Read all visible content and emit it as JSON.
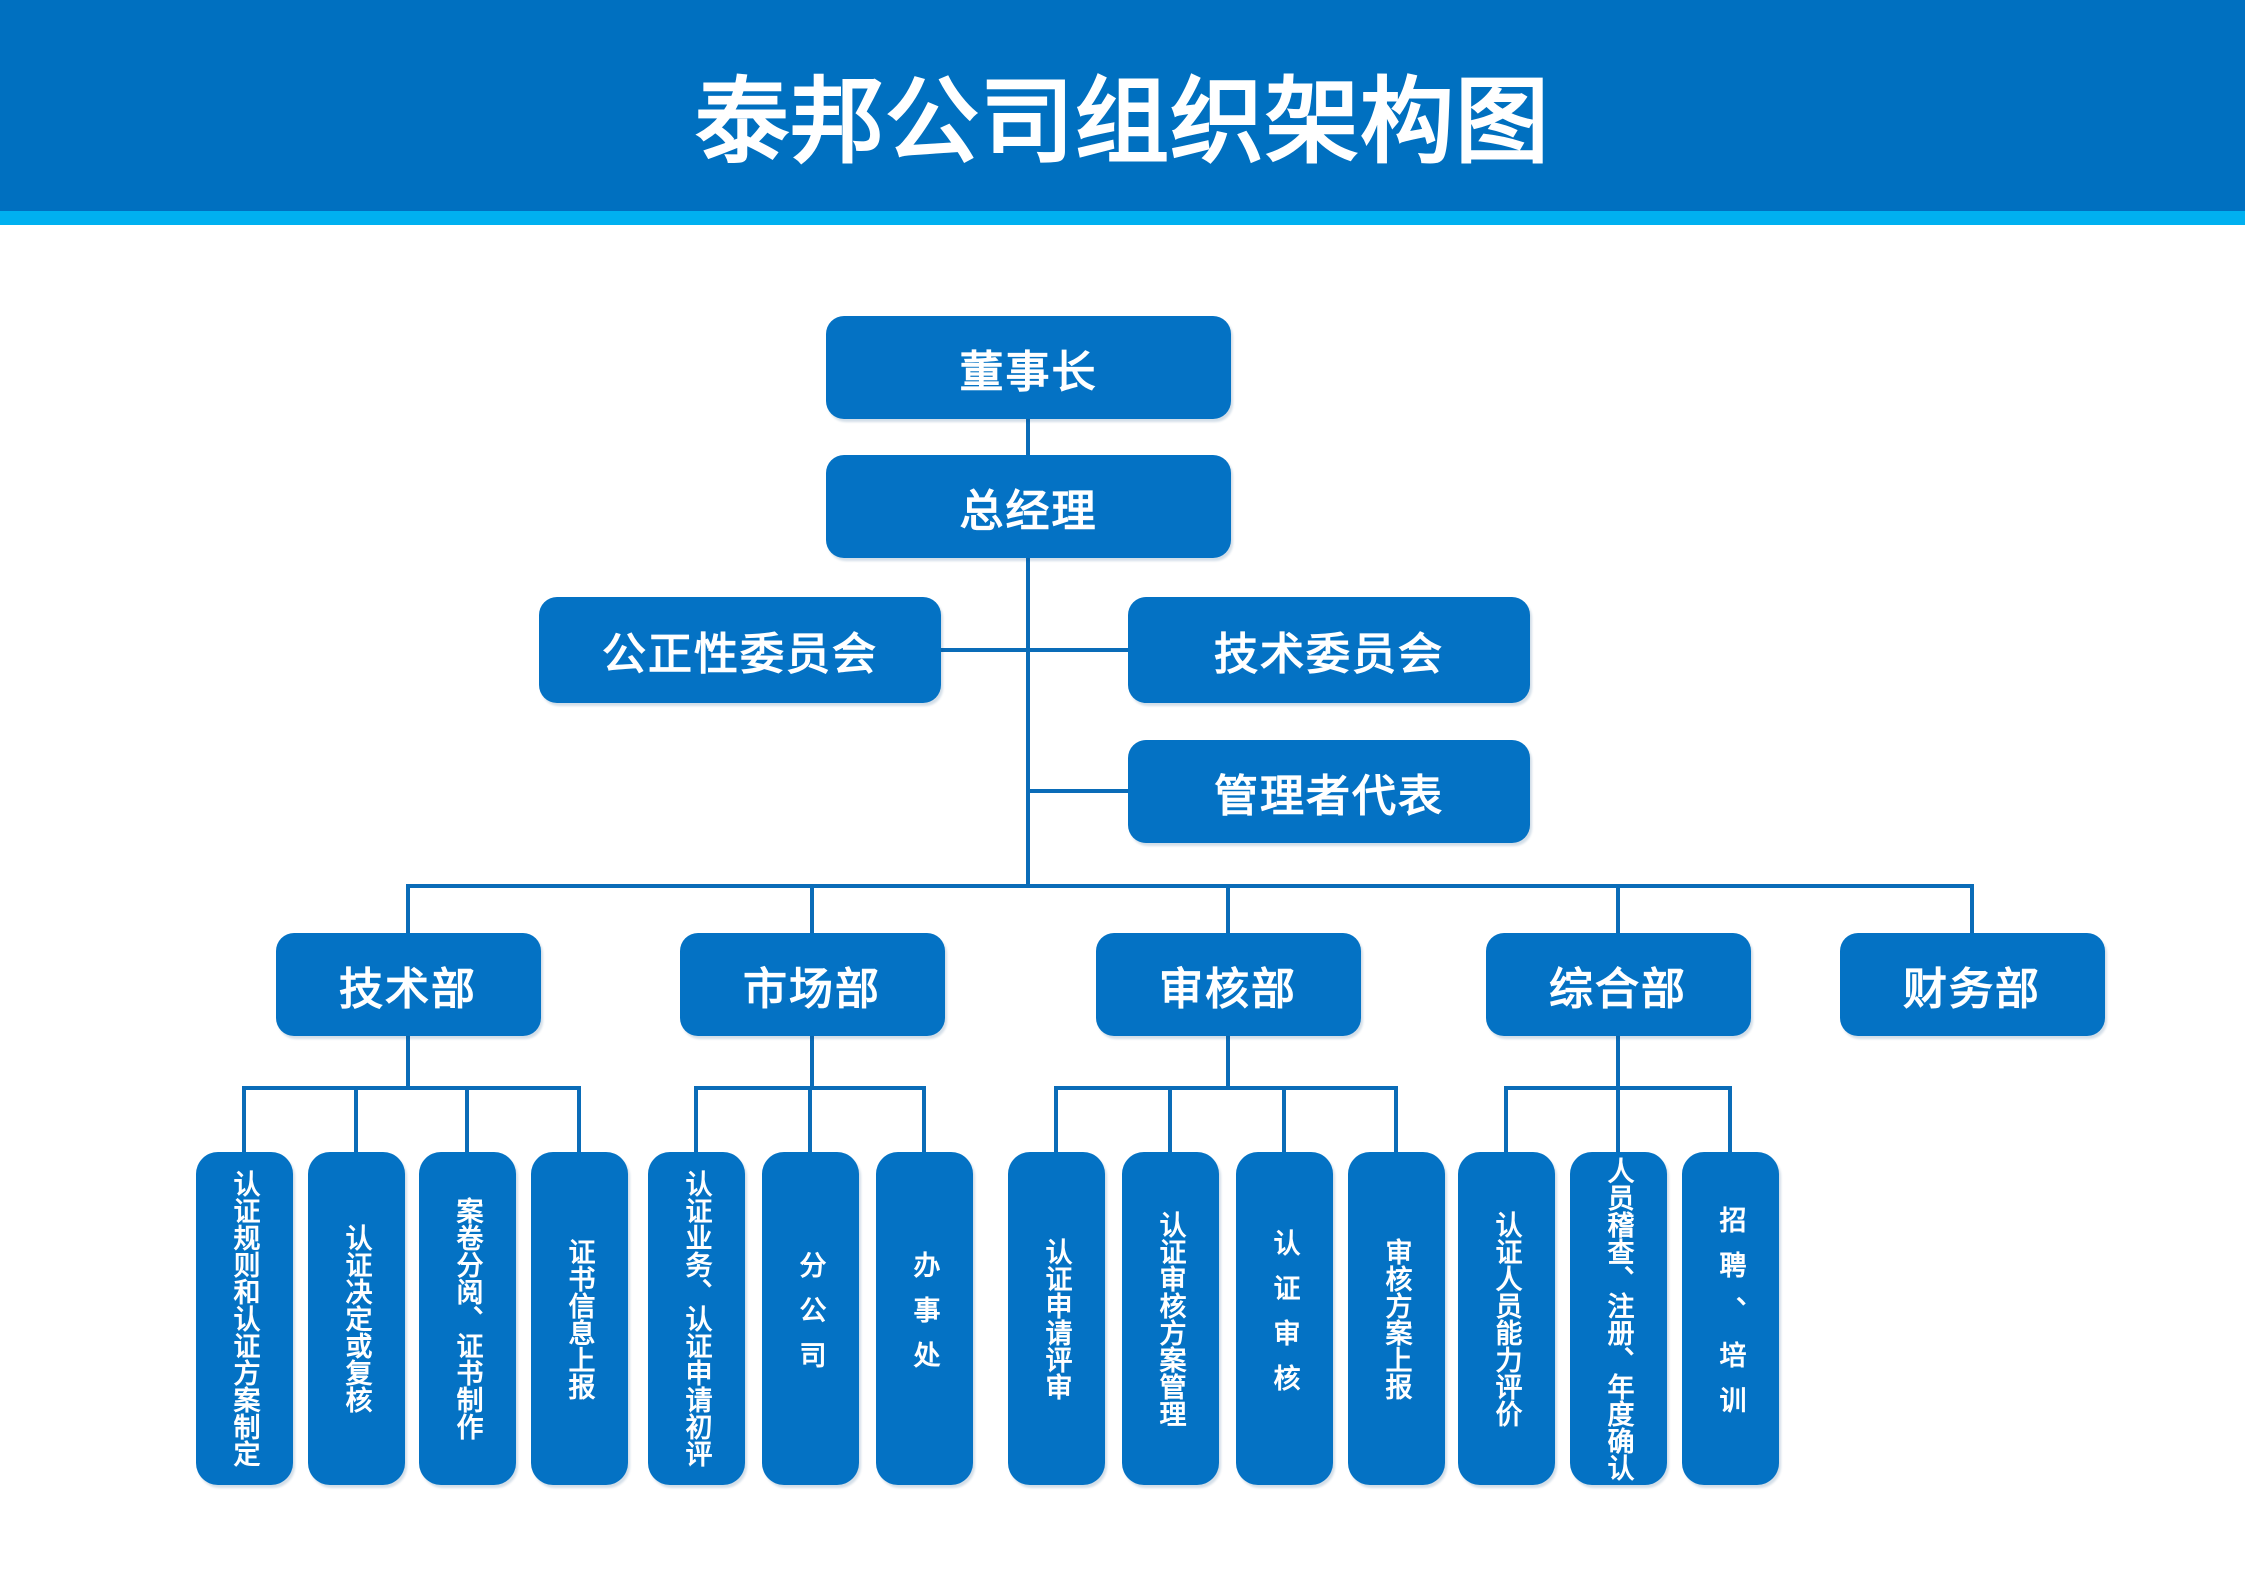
{
  "title": "泰邦公司组织架构图",
  "colors": {
    "banner_blue": "#0070c0",
    "accent_strip_blue": "#00b0f0",
    "node_blue": "#0472c4",
    "connector_blue": "#0a6cb8",
    "text_white": "#ffffff"
  },
  "org": {
    "chairman": "董事长",
    "general_manager": "总经理",
    "impartiality_committee": "公正性委员会",
    "technical_committee": "技术委员会",
    "management_representative": "管理者代表",
    "departments": [
      {
        "label": "技术部",
        "children": [
          "认证规则和认证方案制定",
          "认证决定或复核",
          "案卷分阅、证书制作",
          "证书信息上报"
        ]
      },
      {
        "label": "市场部",
        "children": [
          "认证业务、认证申请初评",
          "分公司",
          "办事处"
        ]
      },
      {
        "label": "审核部",
        "children": [
          "认证申请评审",
          "认证审核方案管理",
          "认证审核",
          "审核方案上报"
        ]
      },
      {
        "label": "综合部",
        "children": [
          "认证人员能力评价",
          "人员稽查、注册、年度确认",
          "招聘、培训"
        ]
      },
      {
        "label": "财务部",
        "children": []
      }
    ]
  }
}
